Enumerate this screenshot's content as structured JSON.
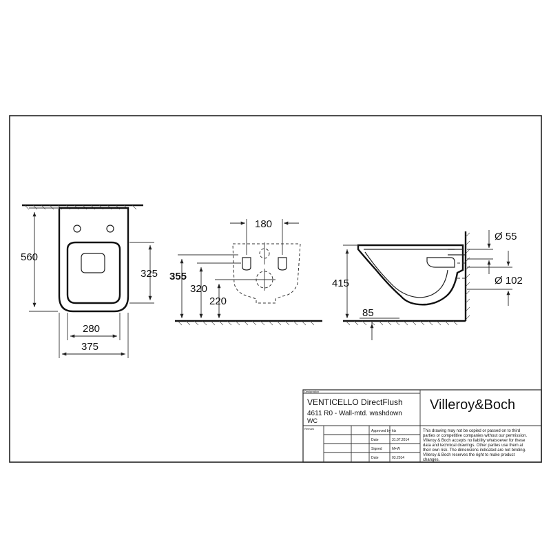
{
  "drawing": {
    "top_view": {
      "width_outer": "375",
      "width_seat": "280",
      "length": "560",
      "seat_length": "325"
    },
    "front_view": {
      "bolt_spacing": "180",
      "height_total": "355",
      "height_bolts": "320",
      "height_outlet": "220"
    },
    "side_view": {
      "height": "415",
      "outlet_offset": "85",
      "inlet_diameter": "Ø 55",
      "outlet_diameter": "Ø 102"
    }
  },
  "title_block": {
    "designation_label": "Designation",
    "product_line1": "VENTICELLO DirectFlush",
    "product_line2": "4611 R0 - Wall-mtd. washdown",
    "product_line3": "WC",
    "brand": "Villeroy&Boch",
    "remarks_label": "Remark",
    "rows": [
      {
        "label": "Approved by",
        "value": "ktz"
      },
      {
        "label": "Date",
        "value": "31.07.2014"
      },
      {
        "label": "Signed",
        "value": "M+W"
      },
      {
        "label": "Date",
        "value": "03.2014"
      }
    ],
    "notice_lines": [
      "This drawing may not be copied or passed on to third",
      "parties or competitive companies without our permission.",
      "Villeroy & Boch accepts no liability whatsoever for these",
      "data and technical drawings. Other parties use them at",
      "their own risk. The dimensions indicated are not binding.",
      "Villeroy & Boch reserves the right to make product",
      "changes."
    ]
  }
}
